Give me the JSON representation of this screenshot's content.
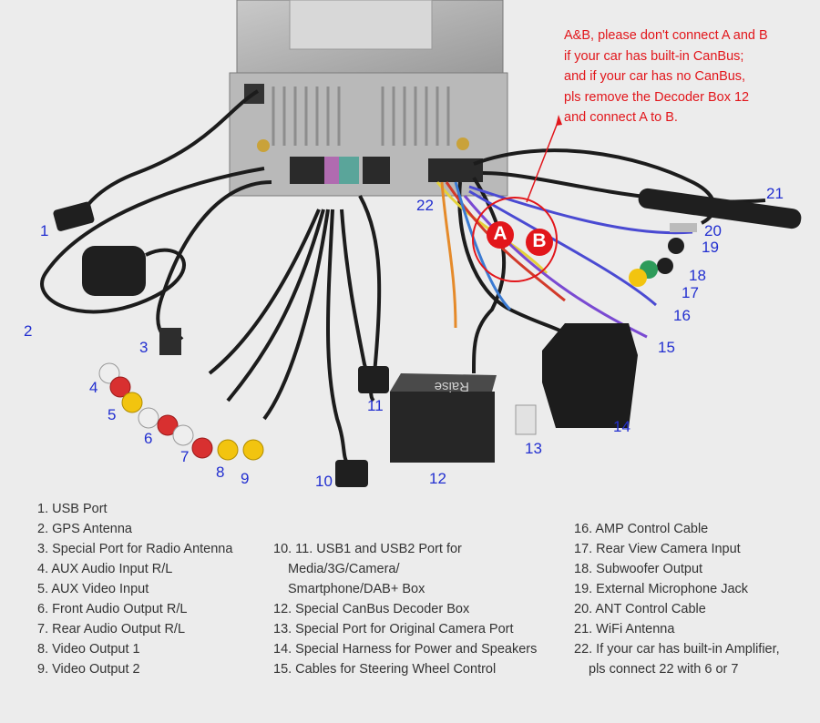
{
  "diagram": {
    "callouts": [
      "1",
      "2",
      "3",
      "4",
      "5",
      "6",
      "7",
      "8",
      "9",
      "10",
      "11",
      "12",
      "13",
      "14",
      "15",
      "16",
      "17",
      "18",
      "19",
      "20",
      "21",
      "22"
    ],
    "note_lines": [
      "A&B, please don't connect A and B",
      "if your car has built-in CanBus;",
      "and if your car has no CanBus,",
      "pls remove the Decoder Box 12",
      "and connect A to B."
    ],
    "label_a": "A",
    "label_b": "B",
    "decoder_box_text": "Raise"
  },
  "legend": {
    "col1": [
      "1. USB Port",
      "2. GPS Antenna",
      "3. Special Port for Radio Antenna",
      "4. AUX Audio Input R/L",
      "5. AUX Video Input",
      "6. Front Audio Output R/L",
      "7. Rear Audio Output R/L",
      "8. Video Output 1",
      "9. Video Output 2"
    ],
    "col2": [
      "10. 11. USB1 and USB2 Port for",
      "Media/3G/Camera/",
      "Smartphone/DAB+ Box",
      "12. Special CanBus Decoder Box",
      "13. Special Port for Original Camera Port",
      "14. Special Harness for Power and Speakers",
      "15. Cables for Steering Wheel Control"
    ],
    "col3": [
      "16. AMP Control Cable",
      "17. Rear View Camera Input",
      "18. Subwoofer Output",
      "19. External Microphone Jack",
      "20. ANT Control Cable",
      "21. WiFi Antenna",
      "22. If your car has built-in Amplifier,",
      "pls connect 22 with 6 or 7"
    ]
  },
  "colors": {
    "callout": "#222fd0",
    "note": "#e2161b",
    "background": "#ececec"
  }
}
